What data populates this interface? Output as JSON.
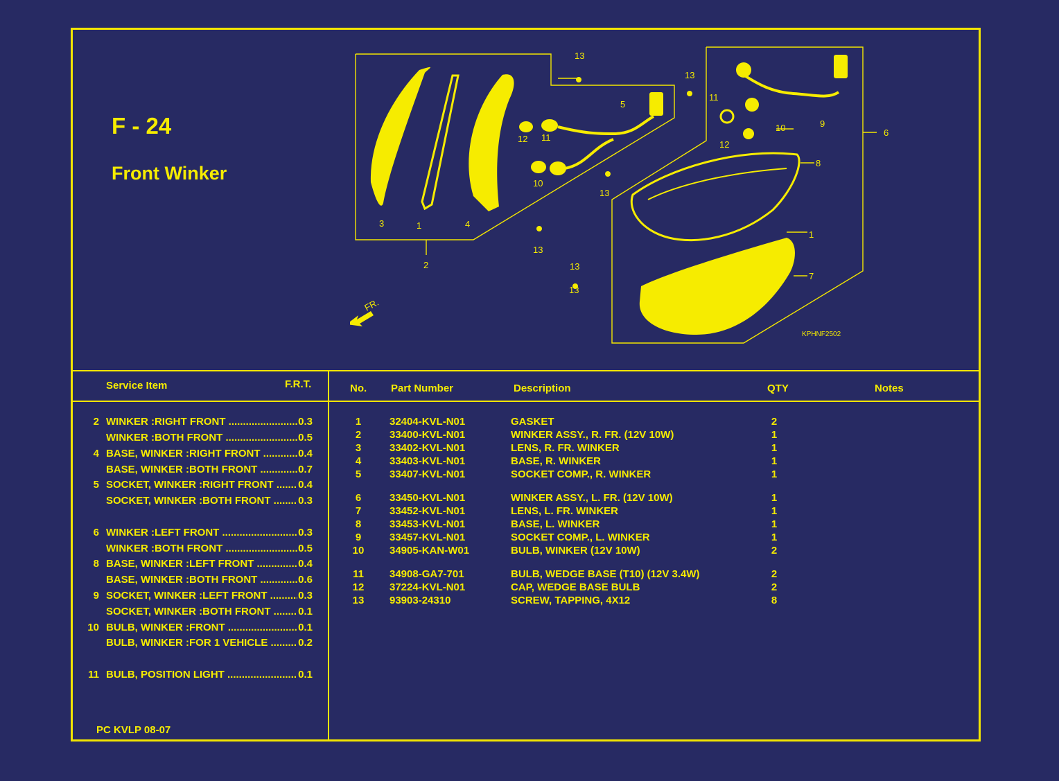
{
  "figure": {
    "code": "F - 24",
    "title": "Front Winker",
    "diagram_ref": "KPHNF2502",
    "direction_label": "FR."
  },
  "service": {
    "header_item": "Service Item",
    "header_frt": "F.R.T.",
    "rows": [
      {
        "no": "2",
        "label": "WINKER :RIGHT FRONT",
        "frt": "0.3"
      },
      {
        "no": "",
        "label": "WINKER :BOTH FRONT",
        "frt": "0.5"
      },
      {
        "no": "4",
        "label": "BASE, WINKER :RIGHT FRONT",
        "frt": "0.4"
      },
      {
        "no": "",
        "label": "BASE, WINKER :BOTH FRONT",
        "frt": "0.7"
      },
      {
        "no": "5",
        "label": "SOCKET, WINKER :RIGHT FRONT",
        "frt": "0.4"
      },
      {
        "no": "",
        "label": "SOCKET, WINKER :BOTH FRONT",
        "frt": "0.3"
      },
      {
        "no": "6",
        "label": "WINKER :LEFT FRONT",
        "frt": "0.3"
      },
      {
        "no": "",
        "label": "WINKER :BOTH FRONT",
        "frt": "0.5"
      },
      {
        "no": "8",
        "label": "BASE, WINKER :LEFT FRONT",
        "frt": "0.4"
      },
      {
        "no": "",
        "label": "BASE, WINKER :BOTH FRONT",
        "frt": "0.6"
      },
      {
        "no": "9",
        "label": "SOCKET, WINKER :LEFT FRONT",
        "frt": "0.3"
      },
      {
        "no": "",
        "label": "SOCKET, WINKER :BOTH FRONT",
        "frt": "0.1"
      },
      {
        "no": "10",
        "label": "BULB, WINKER :FRONT",
        "frt": "0.1"
      },
      {
        "no": "",
        "label": "BULB, WINKER :FOR 1 VEHICLE",
        "frt": "0.2"
      },
      {
        "no": "11",
        "label": "BULB, POSITION LIGHT",
        "frt": "0.1"
      }
    ],
    "footer_code": "PC KVLP 08-07"
  },
  "parts": {
    "headers": {
      "no": "No.",
      "part": "Part Number",
      "desc": "Description",
      "qty": "QTY",
      "notes": "Notes"
    },
    "rows": [
      {
        "no": "1",
        "part": "32404-KVL-N01",
        "desc": "GASKET",
        "qty": "2"
      },
      {
        "no": "2",
        "part": "33400-KVL-N01",
        "desc": "WINKER ASSY., R. FR. (12V 10W)",
        "qty": "1"
      },
      {
        "no": "3",
        "part": "33402-KVL-N01",
        "desc": "LENS, R. FR. WINKER",
        "qty": "1"
      },
      {
        "no": "4",
        "part": "33403-KVL-N01",
        "desc": "BASE, R. WINKER",
        "qty": "1"
      },
      {
        "no": "5",
        "part": "33407-KVL-N01",
        "desc": "SOCKET COMP., R. WINKER",
        "qty": "1"
      },
      {
        "no": "6",
        "part": "33450-KVL-N01",
        "desc": "WINKER ASSY., L. FR. (12V 10W)",
        "qty": "1"
      },
      {
        "no": "7",
        "part": "33452-KVL-N01",
        "desc": "LENS, L. FR. WINKER",
        "qty": "1"
      },
      {
        "no": "8",
        "part": "33453-KVL-N01",
        "desc": "BASE, L. WINKER",
        "qty": "1"
      },
      {
        "no": "9",
        "part": "33457-KVL-N01",
        "desc": "SOCKET COMP., L. WINKER",
        "qty": "1"
      },
      {
        "no": "10",
        "part": "34905-KAN-W01",
        "desc": "BULB, WINKER (12V 10W)",
        "qty": "2"
      },
      {
        "no": "11",
        "part": "34908-GA7-701",
        "desc": "BULB, WEDGE BASE (T10)  (12V 3.4W)",
        "qty": "2"
      },
      {
        "no": "12",
        "part": "37224-KVL-N01",
        "desc": "CAP, WEDGE BASE BULB",
        "qty": "2"
      },
      {
        "no": "13",
        "part": "93903-24310",
        "desc": "SCREW, TAPPING, 4X12",
        "qty": "8"
      }
    ]
  },
  "callouts": [
    "13",
    "13",
    "5",
    "12",
    "11",
    "10",
    "3",
    "1",
    "4",
    "2",
    "13",
    "13",
    "13",
    "11",
    "10",
    "12",
    "9",
    "6",
    "8",
    "1",
    "7",
    "13"
  ],
  "colors": {
    "background": "#272a63",
    "line": "#f3e600",
    "text": "#f6ec00"
  }
}
